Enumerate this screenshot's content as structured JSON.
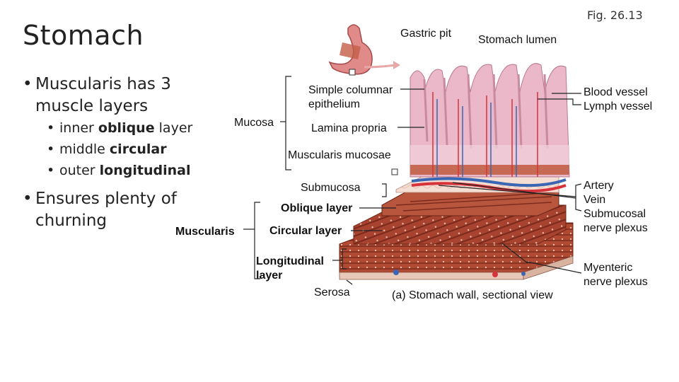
{
  "slide": {
    "title": "Stomach",
    "fig_label": "Fig. 26.13"
  },
  "bullets": {
    "b1": "Muscularis has 3",
    "b1_cont": "muscle layers",
    "sub": [
      {
        "pre": "inner ",
        "bold": "oblique",
        "post": " layer"
      },
      {
        "pre": "middle ",
        "bold": "circular",
        "post": ""
      },
      {
        "pre": "outer ",
        "bold": "longitudinal",
        "post": ""
      }
    ],
    "b2": "Ensures plenty of",
    "b2_cont": "churning"
  },
  "labels": {
    "gastric_pit": "Gastric pit",
    "stomach_lumen": "Stomach lumen",
    "simple_columnar_1": "Simple columnar",
    "simple_columnar_2": "epithelium",
    "mucosa": "Mucosa",
    "lamina_propria": "Lamina propria",
    "muscularis_mucosae": "Muscularis mucosae",
    "submucosa": "Submucosa",
    "oblique_layer": "Oblique layer",
    "circular_layer": "Circular layer",
    "muscularis": "Muscularis",
    "longitudinal_1": "Longitudinal",
    "longitudinal_2": "layer",
    "serosa": "Serosa",
    "caption": "(a) Stomach wall, sectional view",
    "blood_vessel": "Blood vessel",
    "lymph_vessel": "Lymph vessel",
    "artery": "Artery",
    "vein": "Vein",
    "submucosal_1": "Submucosal",
    "submucosal_2": "nerve plexus",
    "myenteric_1": "Myenteric",
    "myenteric_2": "nerve plexus"
  },
  "colors": {
    "muscle": "#a8432f",
    "muscle_dark": "#7a2a1c",
    "mucosa": "#e9b7c8",
    "submucosa": "#f3dcd2",
    "artery": "#d6333b",
    "vein": "#3a66b3",
    "leader": "#222222"
  }
}
